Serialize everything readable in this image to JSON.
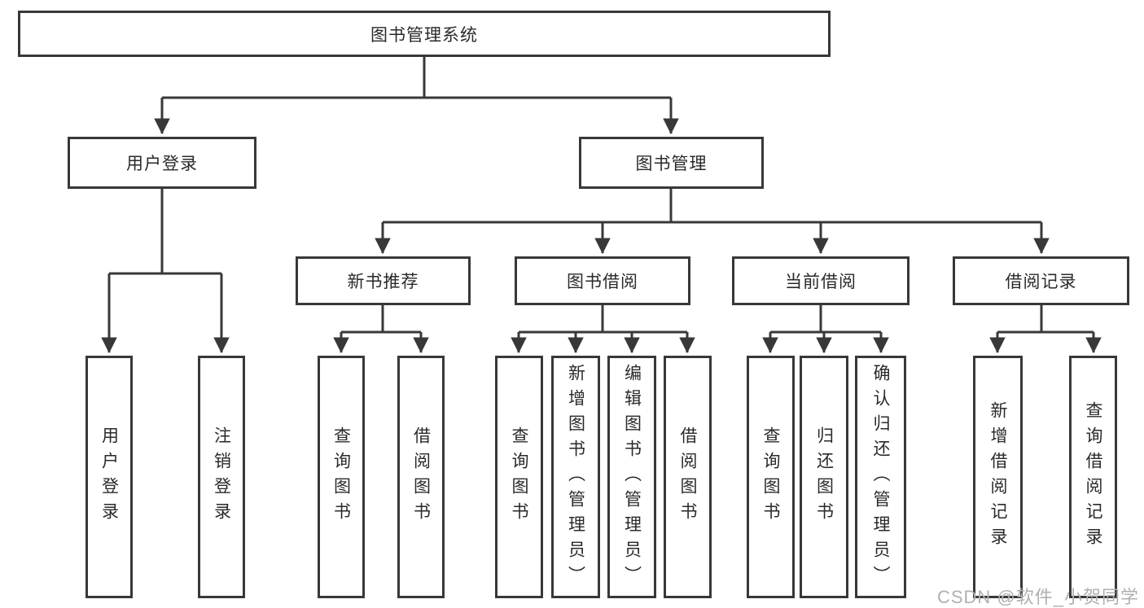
{
  "root": {
    "label": "图书管理系统"
  },
  "branches": [
    {
      "label": "用户登录",
      "children": [
        {
          "label": "用户登录"
        },
        {
          "label": "注销登录"
        }
      ]
    },
    {
      "label": "图书管理",
      "children": [
        {
          "label": "新书推荐",
          "children": [
            {
              "label": "查询图书"
            },
            {
              "label": "借阅图书"
            }
          ]
        },
        {
          "label": "图书借阅",
          "children": [
            {
              "label": "查询图书"
            },
            {
              "label": "新增图书（管理员）"
            },
            {
              "label": "编辑图书（管理员）"
            },
            {
              "label": "借阅图书"
            }
          ]
        },
        {
          "label": "当前借阅",
          "children": [
            {
              "label": "查询图书"
            },
            {
              "label": "归还图书"
            },
            {
              "label": "确认归还（管理员）"
            }
          ]
        },
        {
          "label": "借阅记录",
          "children": [
            {
              "label": "新增借阅记录"
            },
            {
              "label": "查询借阅记录"
            }
          ]
        }
      ]
    }
  ],
  "watermark": {
    "text": "CSDN @软件_小贺同学"
  },
  "colors": {
    "line": "#383838",
    "text": "#2a2a2a",
    "watermark": "#b0b0b0",
    "background": "#ffffff"
  }
}
